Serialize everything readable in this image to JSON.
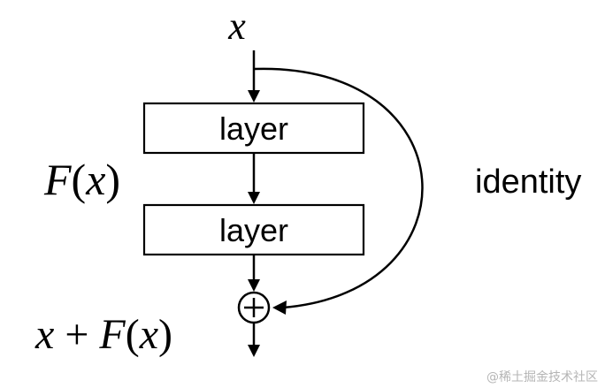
{
  "input_label": "x",
  "function_label": "F(x)",
  "function_label_parts": {
    "name": "F",
    "open": "(",
    "arg": "x",
    "close": ")"
  },
  "output_label": {
    "lhs": "x",
    "plus": "+",
    "name": "F",
    "open": "(",
    "arg": "x",
    "close": ")"
  },
  "layers": [
    {
      "label": "layer"
    },
    {
      "label": "layer"
    }
  ],
  "add_node_symbol": "⊕",
  "skip_connection_label": "identity",
  "watermark": "@稀土掘金技术社区",
  "colors": {
    "line": "#000000",
    "background": "#ffffff",
    "watermark": "#b5b5b5"
  }
}
